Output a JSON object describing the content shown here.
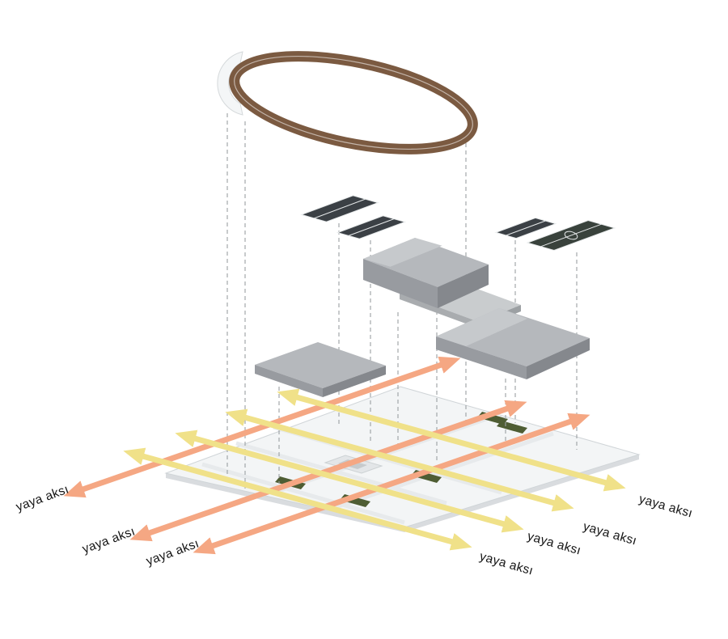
{
  "diagram": {
    "title": "exploded axonometric site diagram",
    "labels": [
      {
        "id": "axis-1",
        "text": "yaya aksı"
      },
      {
        "id": "axis-2",
        "text": "yaya aksı"
      },
      {
        "id": "axis-3",
        "text": "yaya aksı"
      },
      {
        "id": "axis-4",
        "text": "yaya aksı"
      },
      {
        "id": "axis-5",
        "text": "yaya aksı"
      },
      {
        "id": "axis-6",
        "text": "yaya aksı"
      },
      {
        "id": "axis-7",
        "text": "yaya aksı"
      }
    ],
    "colors": {
      "track": "#7b5a41",
      "track_lane": "#ffffff",
      "arrow_yellow": "#f0e189",
      "arrow_orange": "#f5a783",
      "mass_top": "#b5b8bc",
      "mass_top_light": "#c6c9cc",
      "mass_left": "#989ba0",
      "mass_right": "#85888d",
      "slab_top": "#c9ccce",
      "slab_left": "#a9acaf",
      "slab_right": "#9ca0a3",
      "court": "#3b4045",
      "pitch": "#39423c",
      "court_line": "#e8ebec",
      "plate": "#f3f5f6",
      "plate_edge": "#d0d5d8",
      "plate_side": "#d9dcdf",
      "green": "#4e5d33",
      "building_white": "#f4f6f7"
    }
  }
}
